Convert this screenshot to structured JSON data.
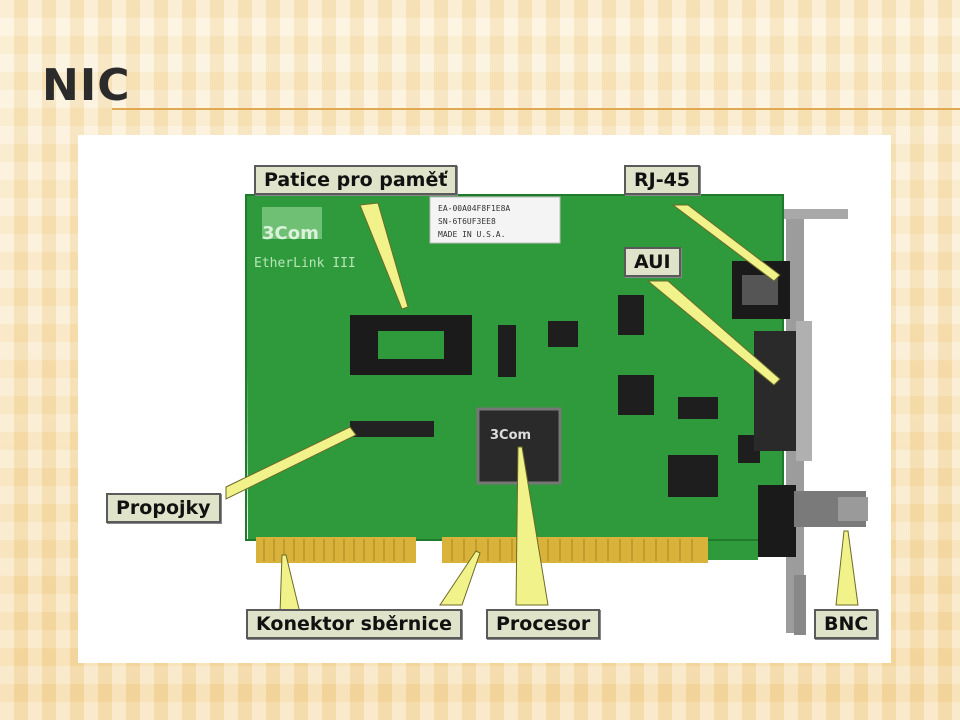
{
  "slide": {
    "title": "NIC"
  },
  "photo": {
    "labels": {
      "memory_socket": "Patice pro paměť",
      "rj45": "RJ-45",
      "aui": "AUI",
      "jumpers": "Propojky",
      "bus_connector": "Konektor sběrnice",
      "processor": "Procesor",
      "bnc": "BNC"
    },
    "board_text": {
      "brand": "3Com",
      "model": "EtherLink III",
      "chip_brand": "3Com",
      "sticker_line1": "EA-00A04F8F1E8A",
      "sticker_line2": "SN-6T6UF3EE8",
      "sticker_line3": "MADE IN U.S.A."
    },
    "colors": {
      "pcb": "#2e9a3c",
      "pcb_dark": "#1f7a2c",
      "label_bg": "#dfe3c9",
      "pointer": "#f2f28a",
      "gold": "#d8b23a"
    }
  }
}
